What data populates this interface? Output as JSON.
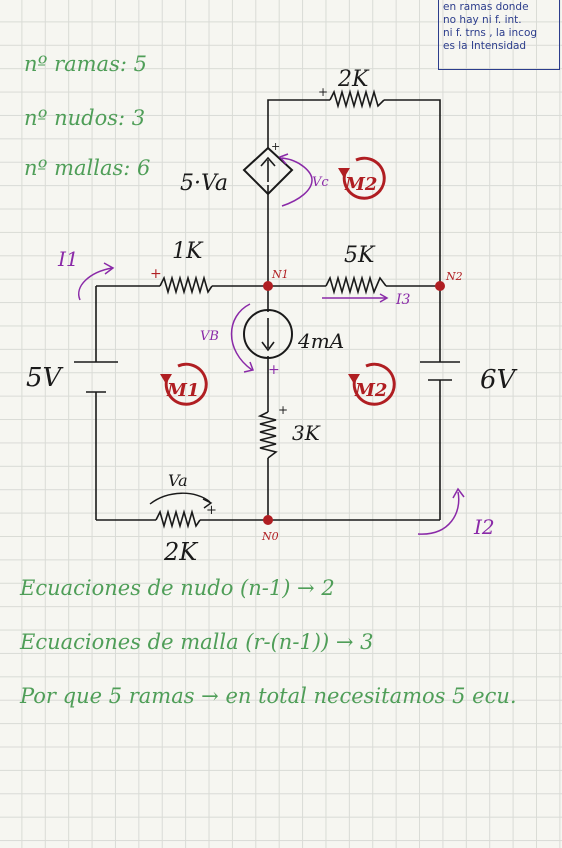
{
  "note": [
    "en ramas donde",
    "no hay ni f. int.",
    "ni f. trns , la incog",
    "es la Intensidad"
  ],
  "counts": {
    "ramas": "nº ramas: 5",
    "nudos": "nº nudos: 3",
    "mallas": "nº mallas: 6"
  },
  "circuit": {
    "r_top": "2K",
    "r_1k": "1K",
    "r_5k": "5K",
    "r_3k": "3K",
    "r_bottom": "2K",
    "dep_source": "5·Va",
    "vc": "Vc",
    "vb": "VB",
    "va": "Va",
    "src_5v": "5V",
    "src_6v": "6V",
    "current_source": "4mA",
    "i1": "I1",
    "i2": "I2",
    "i3": "I3",
    "n0": "N0",
    "n1": "N1",
    "n2": "N2",
    "m1": "M1",
    "m2": "M2",
    "mesh_top": "M2",
    "plus": "+"
  },
  "equations": [
    "Ecuaciones de nudo (n-1) → 2",
    "Ecuaciones de malla (r-(n-1)) → 3",
    "Por que 5 ramas → en total necesitamos 5 ecu."
  ],
  "colors": {
    "green": "#4f9e58",
    "blue": "#2c3d8c",
    "red": "#b01e22",
    "purple": "#8a2aa8",
    "black": "#1a1a1a"
  }
}
